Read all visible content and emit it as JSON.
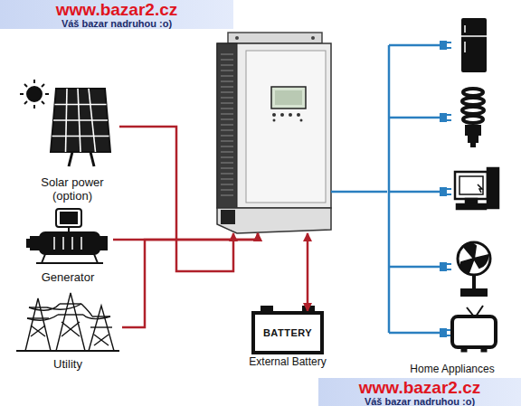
{
  "diagram": {
    "nodes": [
      {
        "text": [
          "Solar power (option)"
        ]
      },
      {
        "text": []
      },
      {
        "text": [
          "Generator"
        ]
      },
      {
        "text": [
          "Utility"
        ]
      },
      {
        "text": [
          "BATTERY",
          "External Battery"
        ]
      },
      {
        "text": [
          "Home Appliances"
        ]
      }
    ],
    "edges": [
      {
        "from": 0,
        "to": 1,
        "arrow": "to"
      },
      {
        "from": 2,
        "to": 1,
        "arrow": "to"
      },
      {
        "from": 3,
        "to": 1,
        "arrow": "to"
      },
      {
        "from": 1,
        "to": 4,
        "arrow": "both"
      },
      {
        "from": 1,
        "to": 5,
        "arrow": "none"
      }
    ],
    "labels": [
      "www.bazar2.cz",
      "Váš bazar nadruhou :o)",
      "www.bazar2.cz",
      "Váš bazar nadruhou :o)"
    ]
  }
}
